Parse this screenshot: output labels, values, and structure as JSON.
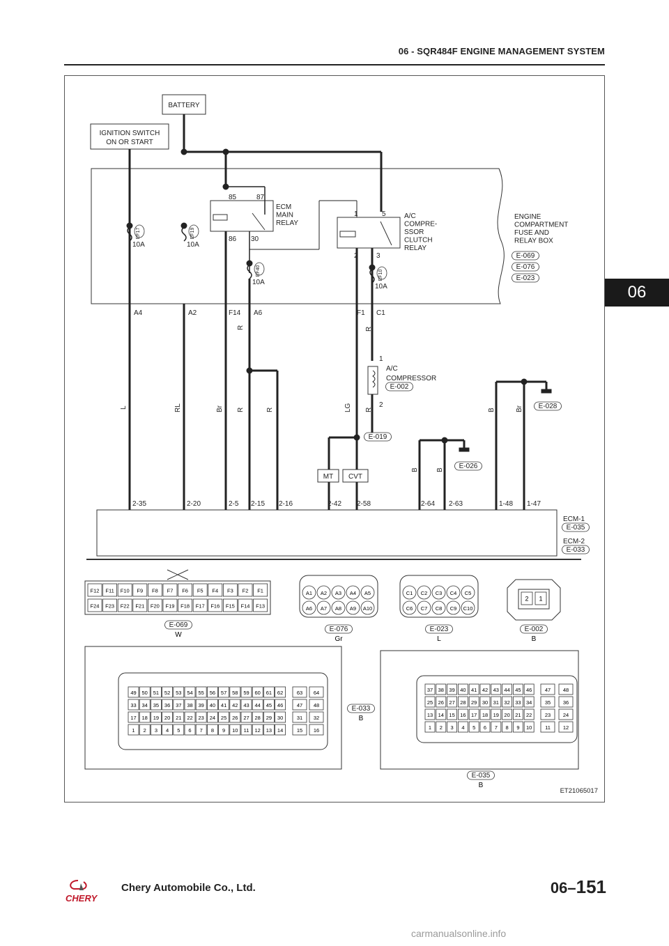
{
  "header": {
    "title": "06 - SQR484F ENGINE MANAGEMENT SYSTEM"
  },
  "section_tab": "06",
  "footer": {
    "company": "Chery Automobile Co., Ltd.",
    "page_prefix": "06–",
    "page_number": "151",
    "brand": "CHERY",
    "watermark": "carmanualsonline.info"
  },
  "diagram": {
    "battery": "BATTERY",
    "ignition": [
      "IGNITION SWITCH",
      "ON OR START"
    ],
    "fuse_box": [
      "ENGINE",
      "COMPARTMENT",
      "FUSE AND",
      "RELAY BOX"
    ],
    "fuse_box_refs": [
      "E-069",
      "E-076",
      "E-023"
    ],
    "ecm_relay": [
      "ECM",
      "MAIN",
      "RELAY"
    ],
    "ecm_relay_pins": [
      "85",
      "87",
      "86",
      "30"
    ],
    "ac_relay": [
      "A/C",
      "COMPRE-",
      "SSOR",
      "CLUTCH",
      "RELAY"
    ],
    "ac_relay_pins": [
      "1",
      "5",
      "2",
      "3"
    ],
    "fuses": [
      {
        "name": "EF17",
        "rating": "10A"
      },
      {
        "name": "EF19",
        "rating": "10A"
      },
      {
        "name": "EF40",
        "rating": "10A"
      },
      {
        "name": "EF10",
        "rating": "10A"
      }
    ],
    "fuse_box_terminals": [
      "A4",
      "A2",
      "F14",
      "A6",
      "F1",
      "C1"
    ],
    "wire_colors": [
      "L",
      "RL",
      "Br",
      "R",
      "R",
      "R",
      "R",
      "LG",
      "R",
      "B",
      "B",
      "B",
      "Br",
      "Br"
    ],
    "compressor": {
      "label": [
        "A/C",
        "COMPRESSOR"
      ],
      "ref": "E-002",
      "pins": [
        "1",
        "2"
      ]
    },
    "grounds": [
      "E-019",
      "E-026",
      "E-028"
    ],
    "trans": [
      "MT",
      "CVT"
    ],
    "ecm_pins": [
      "2-35",
      "2-20",
      "2-5",
      "2-15",
      "2-16",
      "2-42",
      "2-58",
      "2-64",
      "2-63",
      "1-48",
      "1-47"
    ],
    "ecm_labels": [
      {
        "name": "ECM-1",
        "ref": "E-035"
      },
      {
        "name": "ECM-2",
        "ref": "E-033"
      }
    ],
    "connectors": {
      "e069": {
        "ref": "E-069",
        "color": "W",
        "top": [
          "F12",
          "F11",
          "F10",
          "F9",
          "F8",
          "F7",
          "F6",
          "F5",
          "F4",
          "F3",
          "F2",
          "F1"
        ],
        "bottom": [
          "F24",
          "F23",
          "F22",
          "F21",
          "F20",
          "F19",
          "F18",
          "F17",
          "F16",
          "F15",
          "F14",
          "F13"
        ]
      },
      "e076": {
        "ref": "E-076",
        "color": "Gr",
        "top": [
          "A1",
          "A2",
          "A3",
          "A4",
          "A5"
        ],
        "bottom": [
          "A6",
          "A7",
          "A8",
          "A9",
          "A10"
        ]
      },
      "e023": {
        "ref": "E-023",
        "color": "L",
        "top": [
          "C1",
          "C2",
          "C3",
          "C4",
          "C5"
        ],
        "bottom": [
          "C6",
          "C7",
          "C8",
          "C9",
          "C10"
        ]
      },
      "e002": {
        "ref": "E-002",
        "color": "B",
        "pins": [
          "2",
          "1"
        ]
      },
      "e033": {
        "ref": "E-033",
        "color": "B"
      },
      "e035": {
        "ref": "E-035",
        "color": "B"
      }
    },
    "figure_id": "ET21065017"
  }
}
